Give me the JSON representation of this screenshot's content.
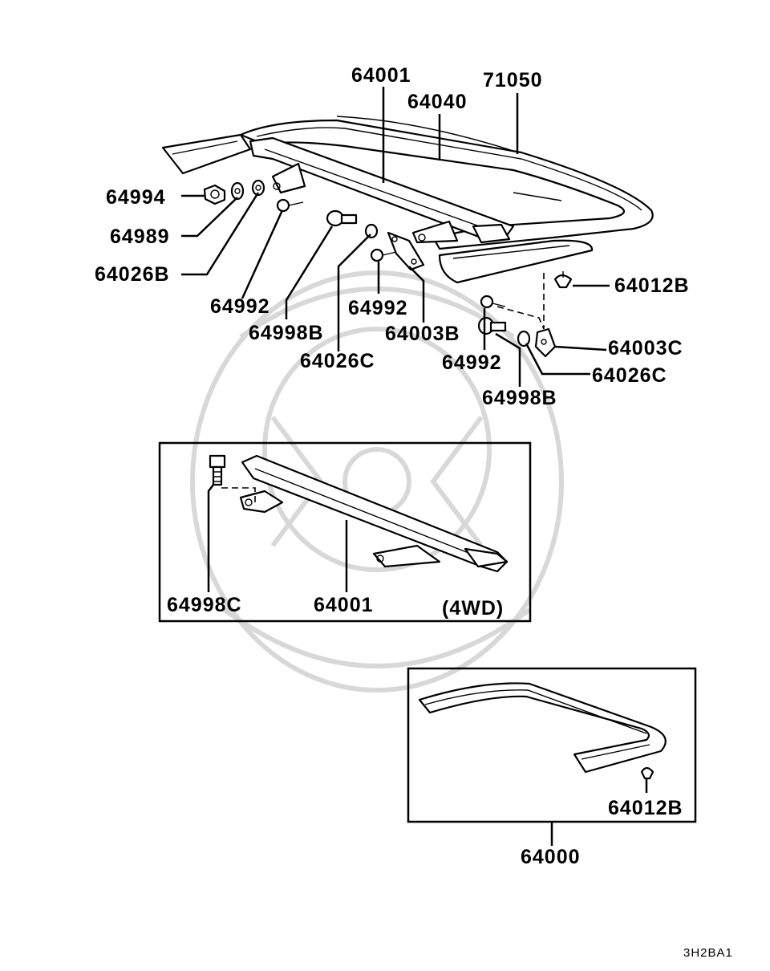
{
  "labels": {
    "p64001_top": "64001",
    "p71050": "71050",
    "p64040": "64040",
    "p64994": "64994",
    "p64989": "64989",
    "p64026B": "64026B",
    "p64992_a": "64992",
    "p64998B_a": "64998B",
    "p64992_b": "64992",
    "p64003B": "64003B",
    "p64026C_a": "64026C",
    "p64012B_a": "64012B",
    "p64003C": "64003C",
    "p64992_c": "64992",
    "p64026C_b": "64026C",
    "p64998B_b": "64998B",
    "p64998C": "64998C",
    "p64001_box": "64001",
    "variant_4wd": "(4WD)",
    "p64012B_b": "64012B",
    "p64000": "64000"
  },
  "figure_code": "3H2BA1"
}
